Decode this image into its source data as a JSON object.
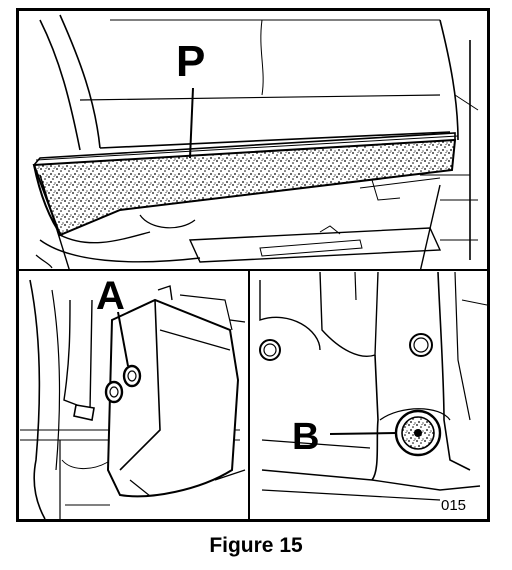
{
  "figure": {
    "callouts": {
      "p": "P",
      "a": "A",
      "b": "B"
    },
    "reference_code": "015",
    "caption": "Figure 15"
  }
}
